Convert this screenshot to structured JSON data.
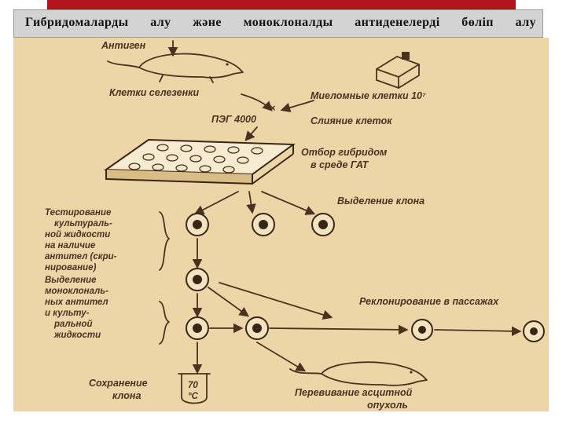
{
  "slide": {
    "title": "Гибридомаларды алу және моноклоналды антиденелерді бөліп алу",
    "accent_color": "#b0141a"
  },
  "diagram": {
    "labels": {
      "antigen": "Антиген",
      "spleen_cells": "Клетки селезенки",
      "myeloma_cells": "Миеломные клетки 10⁷",
      "peg": "ПЭГ 4000",
      "fusion": "Слияние клеток",
      "selection_line1": "Отбор гибридом",
      "selection_line2": "в среде ГАТ",
      "clone_isolation": "Выделение клона",
      "testing": [
        "Тестирование",
        "культураль-",
        "ной жидкости",
        "на наличие",
        "антител (скри-",
        "нирование)"
      ],
      "isolation": [
        "Выделение",
        "моноклональ-",
        "ных антител",
        "и культу-",
        "ральной",
        "жидкости"
      ],
      "cloning": "Реклонирование в пассажах",
      "storage_line1": "Сохранение",
      "storage_line2": "клона",
      "tube_temp_line1": "70",
      "tube_temp_line2": "°С",
      "ascites_line1": "Перевивание асцитной",
      "ascites_line2": "опухоль"
    }
  }
}
